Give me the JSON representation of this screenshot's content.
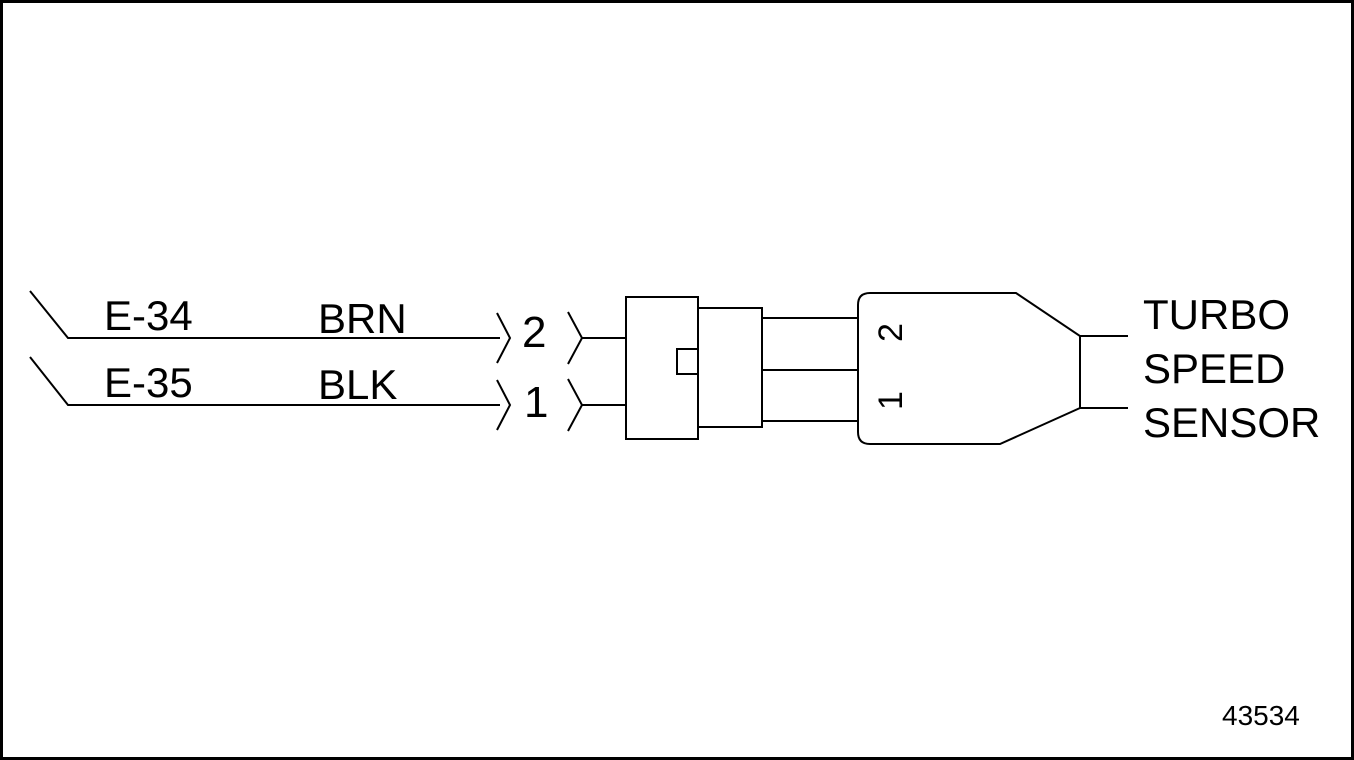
{
  "circuits": [
    {
      "id": "E-34",
      "color": "BRN",
      "pin": "2"
    },
    {
      "id": "E-35",
      "color": "BLK",
      "pin": "1"
    }
  ],
  "sensor": {
    "pins": [
      "2",
      "1"
    ],
    "label_lines": [
      "TURBO",
      "SPEED",
      "SENSOR"
    ]
  },
  "figure_number": "43534"
}
